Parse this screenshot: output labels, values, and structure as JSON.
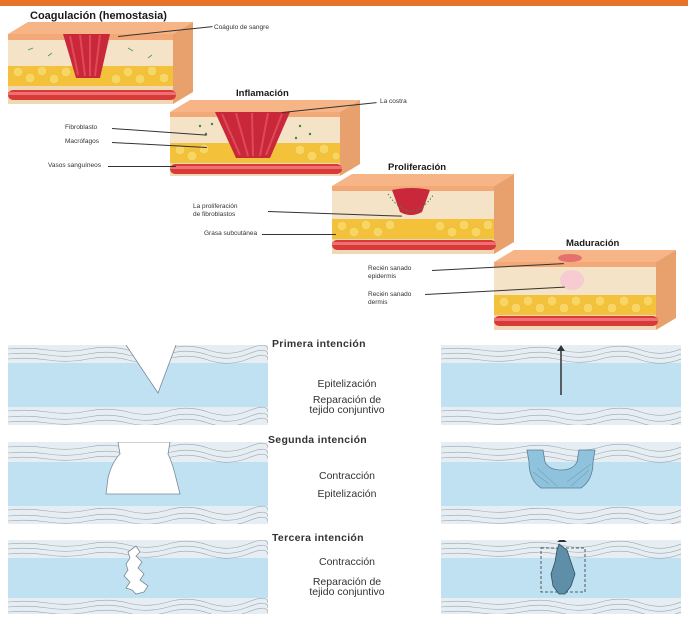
{
  "stages": {
    "coagulation": {
      "title": "Coagulación (hemostasia)",
      "label_clot": "Coágulo de sangre"
    },
    "inflammation": {
      "title": "Inflamación",
      "label_scab": "La costra",
      "label_fibroblast": "Fibroblasto",
      "label_macrophages": "Macrófagos",
      "label_vessels": "Vasos sanguíneos"
    },
    "proliferation": {
      "title": "Proliferación",
      "label_prolif_1": "La proliferación",
      "label_prolif_2": "de fibroblastos",
      "label_fat": "Grasa subcutánea"
    },
    "maturation": {
      "title": "Maduración",
      "label_epi_1": "Recién sanado",
      "label_epi_2": "epidermis",
      "label_derm_1": "Recién sanado",
      "label_derm_2": "dermis"
    }
  },
  "intentions": {
    "primary": {
      "title": "Primera intención",
      "label_1": "Epitelización",
      "label_2": "Reparación de",
      "label_3": "tejido conjuntivo"
    },
    "secondary": {
      "title": "Segunda intención",
      "label_1": "Contracción",
      "label_2": "Epitelización"
    },
    "tertiary": {
      "title": "Tercera intención",
      "label_1": "Contracción",
      "label_2": "Reparación de",
      "label_3": "tejido conjuntivo"
    }
  },
  "colors": {
    "accent": "#e8742a",
    "skin_surface": "#f2a877",
    "dermis": "#f4e3c6",
    "fat": "#f3c23a",
    "vessel": "#d83a3a",
    "wound": "#c8283a",
    "tissue_blue": "#bfe1f2",
    "scar_blue": "#8fc2dc"
  }
}
